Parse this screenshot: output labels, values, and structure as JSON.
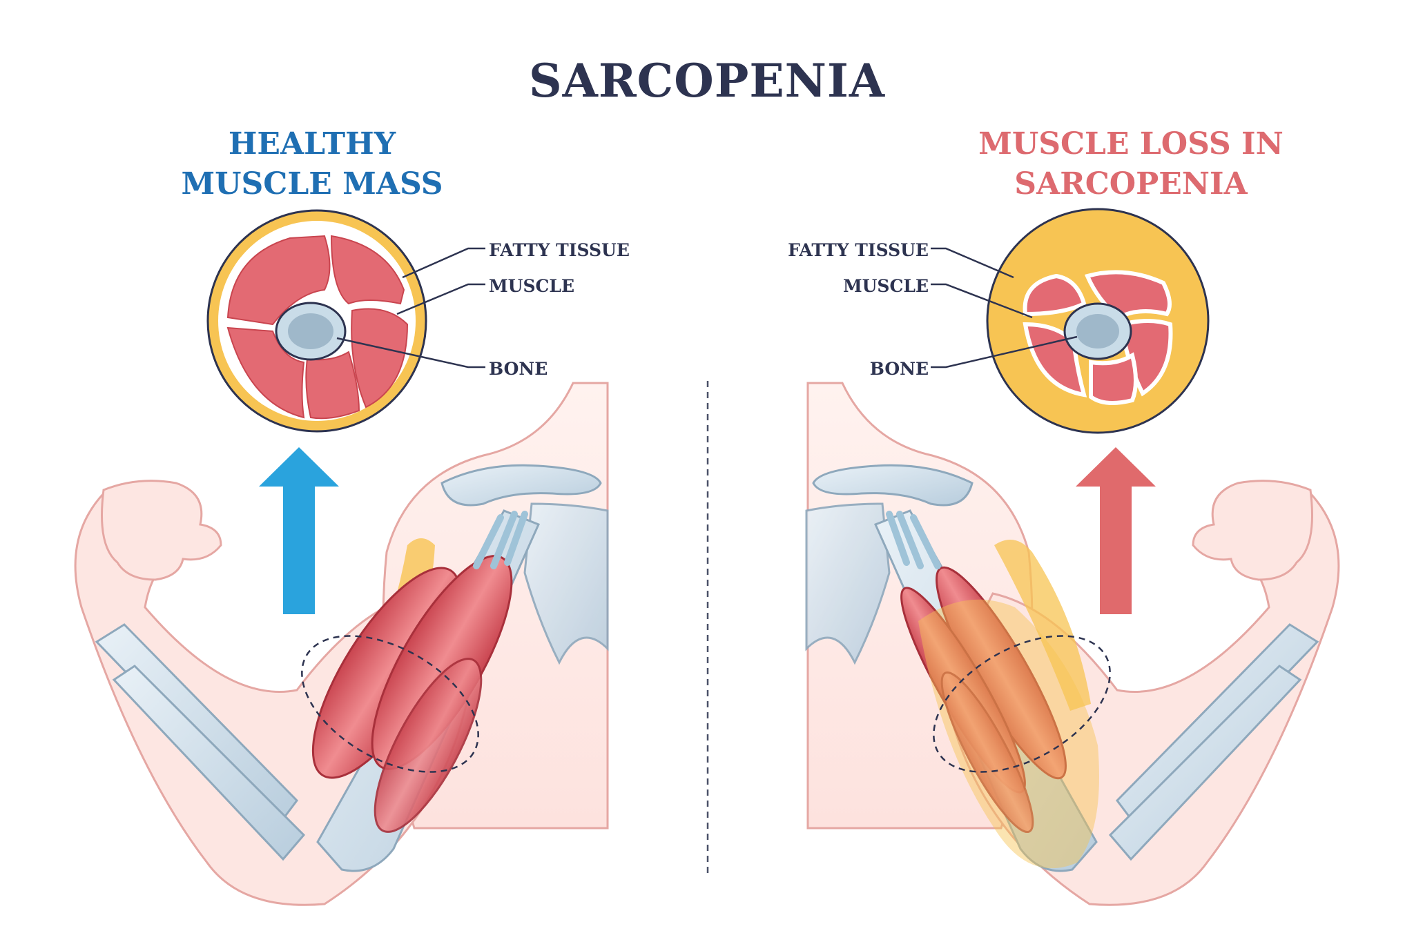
{
  "title": "SARCOPENIA",
  "colors": {
    "title": "#2d3350",
    "healthy": "#1f6fb3",
    "loss": "#dd6a6f",
    "muscle": "#e36a73",
    "fat": "#f7c453",
    "bone": "#a4bccd",
    "skin": "#fde6e2",
    "arrow_healthy": "#2aa3dd",
    "arrow_loss": "#e06a6c"
  },
  "left": {
    "heading": [
      "HEALTHY",
      "MUSCLE MASS"
    ],
    "labels": {
      "fatty": "FATTY TISSUE",
      "muscle": "MUSCLE",
      "bone": "BONE"
    },
    "arrow_icon": "arrow-up-icon"
  },
  "right": {
    "heading": [
      "MUSCLE LOSS IN",
      "SARCOPENIA"
    ],
    "labels": {
      "fatty": "FATTY TISSUE",
      "muscle": "MUSCLE",
      "bone": "BONE"
    },
    "arrow_icon": "arrow-up-icon"
  }
}
